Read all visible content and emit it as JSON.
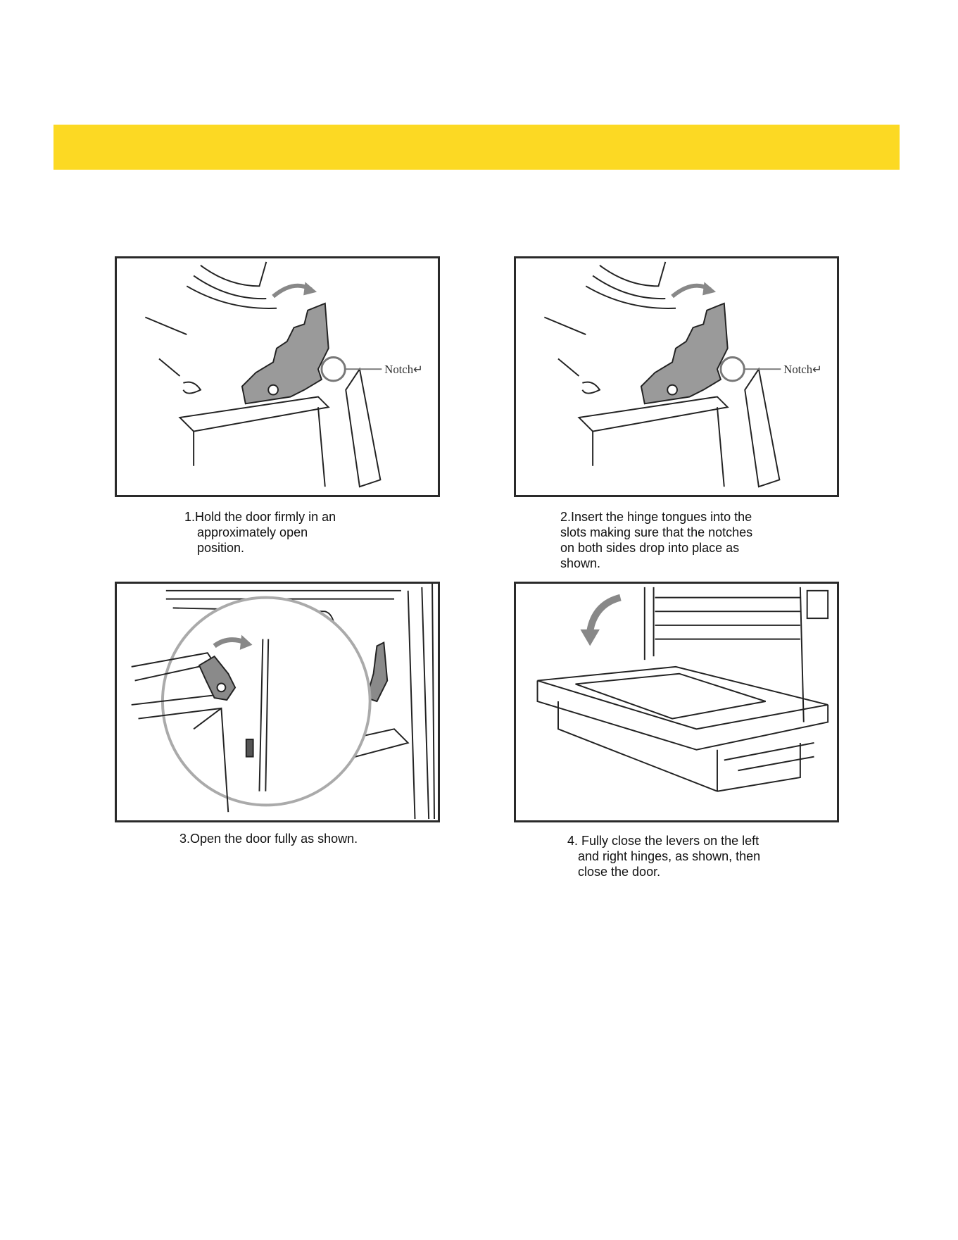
{
  "header_banner": {
    "color": "#fcd923"
  },
  "steps": [
    {
      "callout": "Notch↵",
      "caption_lines": [
        "1.Hold the door firmly in an",
        "approximately open",
        "position."
      ]
    },
    {
      "callout": "Notch↵",
      "caption_lines": [
        "2.Insert the hinge tongues into the",
        "slots making sure that the notches",
        "on both sides drop into place as",
        "shown."
      ]
    },
    {
      "caption_lines": [
        "3.Open the door fully as shown."
      ]
    },
    {
      "caption_lines": [
        "4. Fully close the levers on the left",
        "and right hinges, as shown, then",
        "close the door."
      ]
    }
  ]
}
